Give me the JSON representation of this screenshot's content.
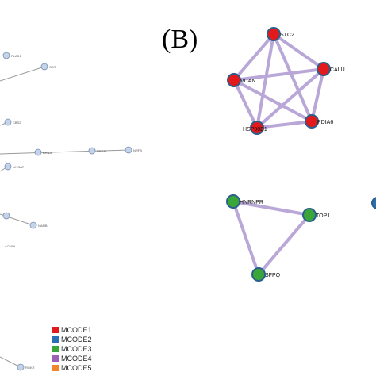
{
  "panel_label": "(B)",
  "colors": {
    "edge_b": "#b9a7d8",
    "edge_a": "#9a9a9a",
    "node_outline": "#2a5f8c",
    "small_node_fill": "#c3d4ea",
    "small_node_outline": "#7a8fb0"
  },
  "legend": [
    {
      "label": "MCODE1",
      "color": "#e31a1c"
    },
    {
      "label": "MCODE2",
      "color": "#2c6fb4"
    },
    {
      "label": "MCODE3",
      "color": "#3aa63a"
    },
    {
      "label": "MCODE4",
      "color": "#9d5fb8"
    },
    {
      "label": "MCODE5",
      "color": "#f0882a"
    }
  ],
  "network_b": {
    "clusters": [
      {
        "name": "MCODE1",
        "color": "#e31a1c",
        "nodes": [
          "STC2",
          "CALU",
          "PDIA6",
          "HSP90B1",
          "VCAN"
        ],
        "edges": [
          [
            "STC2",
            "CALU"
          ],
          [
            "CALU",
            "PDIA6"
          ],
          [
            "PDIA6",
            "HSP90B1"
          ],
          [
            "HSP90B1",
            "VCAN"
          ],
          [
            "VCAN",
            "STC2"
          ],
          [
            "STC2",
            "PDIA6"
          ],
          [
            "STC2",
            "HSP90B1"
          ],
          [
            "VCAN",
            "CALU"
          ],
          [
            "VCAN",
            "PDIA6"
          ],
          [
            "HSP90B1",
            "CALU"
          ]
        ]
      },
      {
        "name": "MCODE3",
        "color": "#3aa63a",
        "nodes": [
          "HNRNPR",
          "TOP1",
          "SFPQ"
        ],
        "edges": [
          [
            "HNRNPR",
            "TOP1"
          ],
          [
            "TOP1",
            "SFPQ"
          ],
          [
            "SFPQ",
            "HNRNPR"
          ]
        ]
      }
    ]
  },
  "network_a_labels": [
    "PLAD1",
    "SERI",
    "CBS2",
    "BRNA",
    "NRAP",
    "NRFB",
    "LINGAT",
    "NAMB",
    "ACMOL",
    "RGKR"
  ]
}
